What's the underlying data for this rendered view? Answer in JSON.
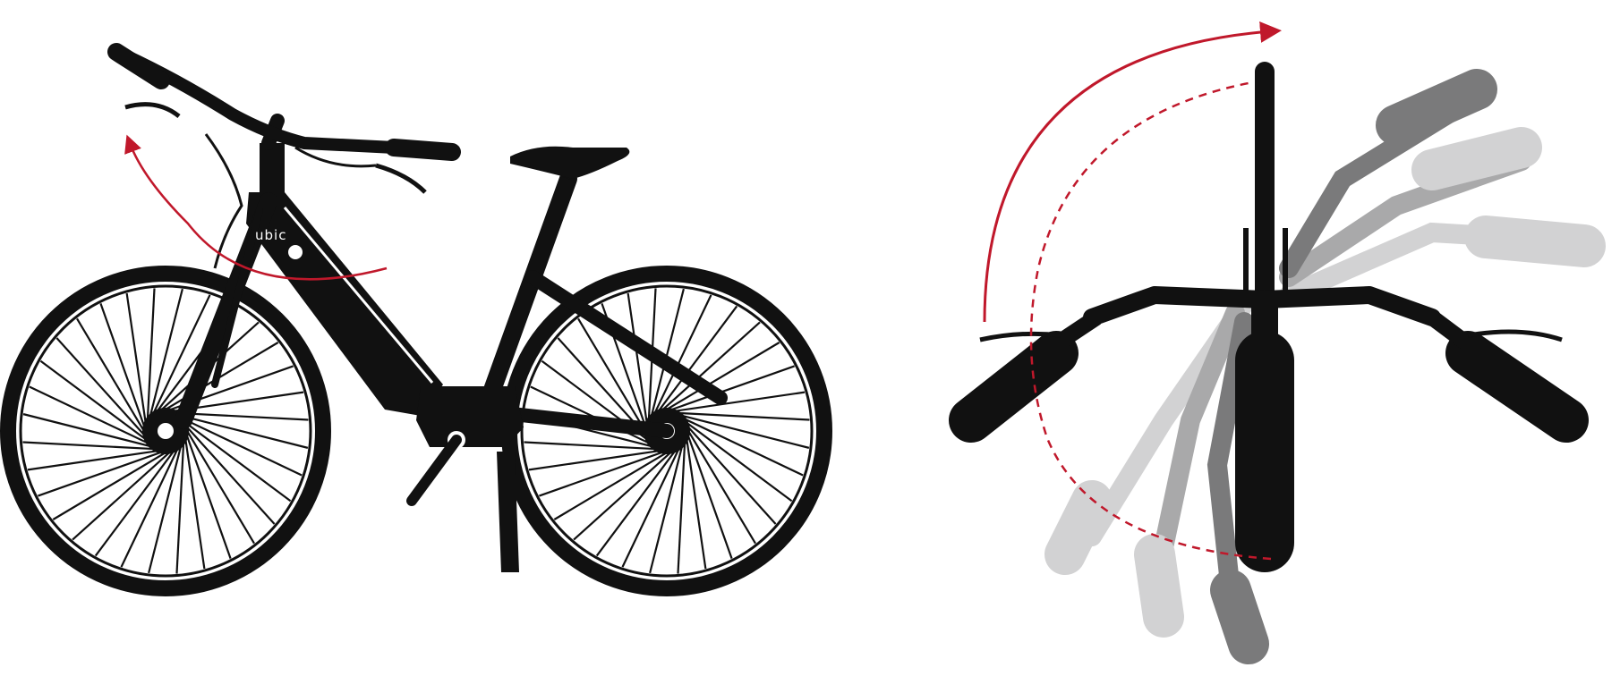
{
  "figure": {
    "brand_text": "ubic",
    "icons": [
      "bicycle-illustration",
      "rotation-arrow-icon",
      "handlebar-rotation-diagram"
    ],
    "colors": {
      "ink": "#111111",
      "accent_arrow": "#c0182b",
      "ghost_dark": "#7a7a7b",
      "ghost_mid": "#a9a9aa",
      "ghost_light": "#d2d2d3"
    }
  }
}
